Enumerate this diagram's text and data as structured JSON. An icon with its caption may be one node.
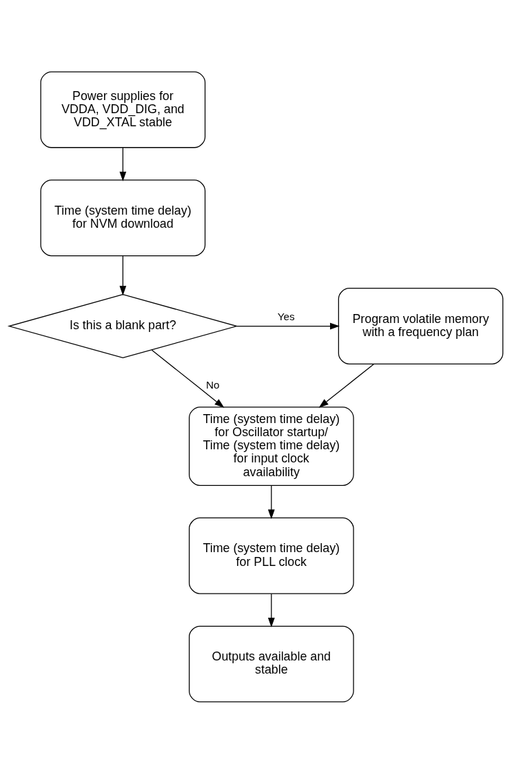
{
  "diagram": {
    "nodes": [
      {
        "text": [
          "Power supplies for VDDA, VDD_DIG, and VDD_XTAL stable"
        ]
      },
      {
        "text": [
          "Time (system time delay) for NVM download"
        ]
      },
      {
        "text": [
          "Is this a blank part?"
        ]
      },
      {
        "text": [
          "Program volatile memory with a frequency plan"
        ]
      },
      {
        "text": [
          "Time (system time delay) for Oscillator startup/ Time (system time delay) for input clock availability"
        ]
      },
      {
        "text": [
          "Time (system time delay) for PLL clock"
        ]
      },
      {
        "text": [
          "Outputs available and stable"
        ]
      }
    ],
    "edges": [
      {
        "from": 0,
        "to": 1,
        "arrow": "to"
      },
      {
        "from": 1,
        "to": 2,
        "arrow": "to"
      },
      {
        "from": 2,
        "to": 3,
        "arrow": "to",
        "label": "Yes"
      },
      {
        "from": 2,
        "to": 4,
        "arrow": "to",
        "label": "No"
      },
      {
        "from": 3,
        "to": 4,
        "arrow": "to"
      },
      {
        "from": 4,
        "to": 5,
        "arrow": "to"
      },
      {
        "from": 5,
        "to": 6,
        "arrow": "to"
      }
    ]
  }
}
